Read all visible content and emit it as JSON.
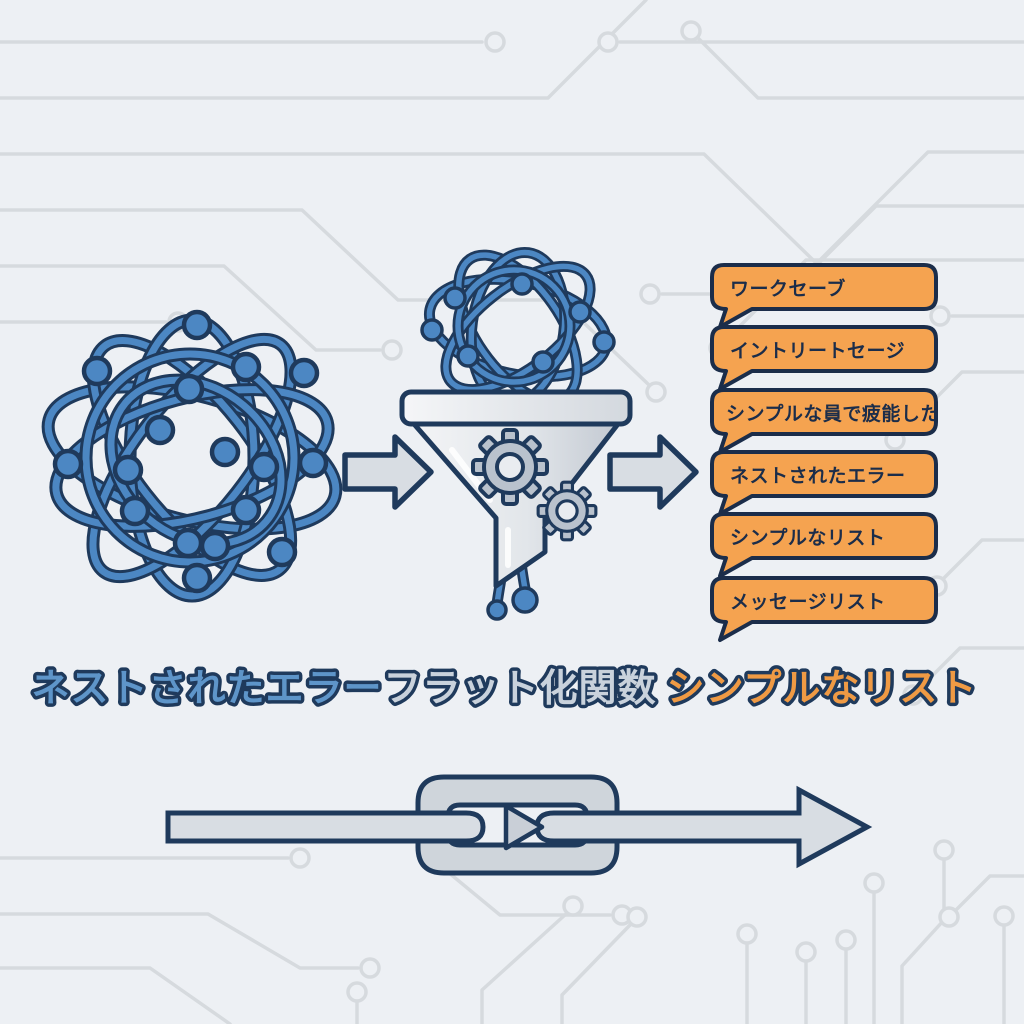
{
  "diagram": {
    "stage_labels": [
      {
        "label": "ネストされたエラー",
        "color": "#5e95c9"
      },
      {
        "label": "フラット化関数",
        "color": "#c9d2dc"
      },
      {
        "label": "シンプルなリスト",
        "color": "#ef9a44"
      }
    ],
    "list_bubbles": [
      {
        "text": "ワークセーブ"
      },
      {
        "text": "イントリートセージ"
      },
      {
        "text": "シンプルな員で疲能した"
      },
      {
        "text": "ネストされたエラー"
      },
      {
        "text": "シンプルなリスト"
      },
      {
        "text": "メッセージリスト"
      }
    ],
    "icons": {
      "tangle": "tangled-knot-icon",
      "funnel": "funnel-with-gears-icon",
      "arrow": "block-arrow-right-icon",
      "pipeline": "pipeline-link-play-icon",
      "background": "circuit-board-pattern"
    },
    "colors": {
      "background": "#edf0f4",
      "circuit_trace": "#d6dade",
      "strand_blue": "#4c87c3",
      "outline_navy": "#1f3a5c",
      "shape_gray": "#d8dde3",
      "gear_gray": "#b9c2cd",
      "bubble_orange": "#f5a350",
      "bubble_text": "#1b2d4a"
    }
  }
}
